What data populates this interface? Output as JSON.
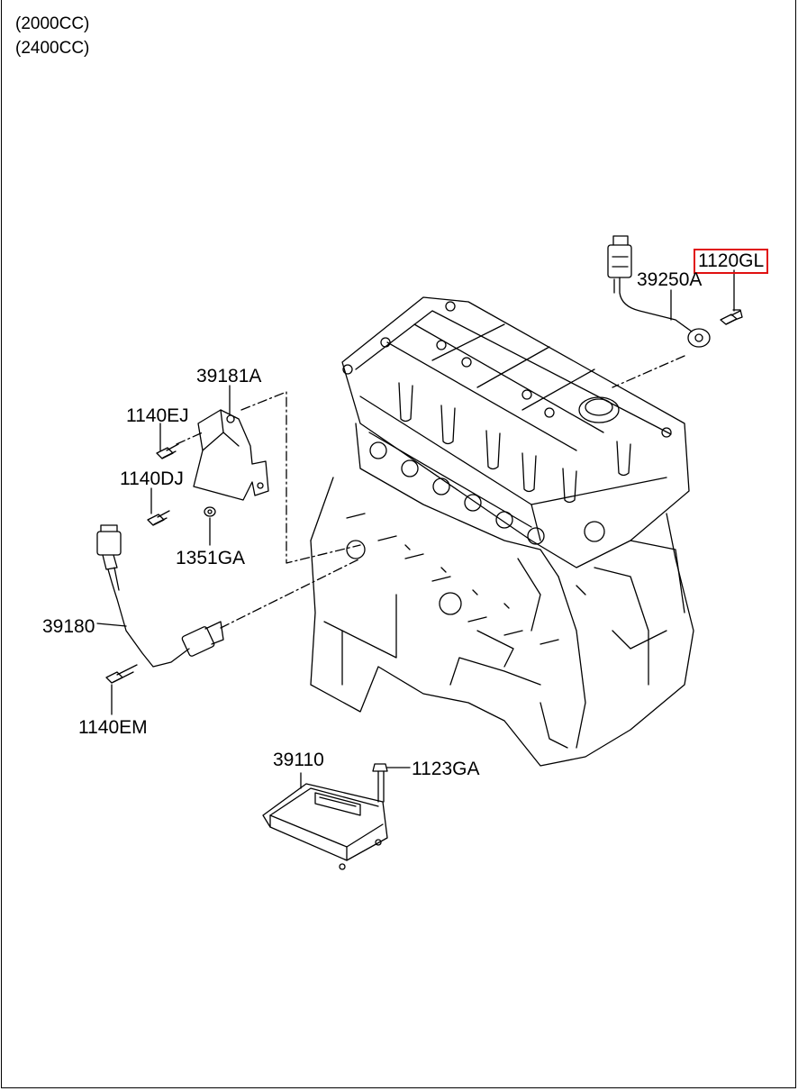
{
  "header": {
    "line1": "(2000CC)",
    "line2": "(2400CC)"
  },
  "callouts": {
    "p1120GL": "1120GL",
    "p39250A": "39250A",
    "p39181A": "39181A",
    "p1140EJ": "1140EJ",
    "p1140DJ": "1140DJ",
    "p1351GA": "1351GA",
    "p39180": "39180",
    "p1140EM": "1140EM",
    "p39110": "39110",
    "p1123GA": "1123GA"
  },
  "highlight": {
    "part": "1120GL",
    "color": "#e01010"
  }
}
